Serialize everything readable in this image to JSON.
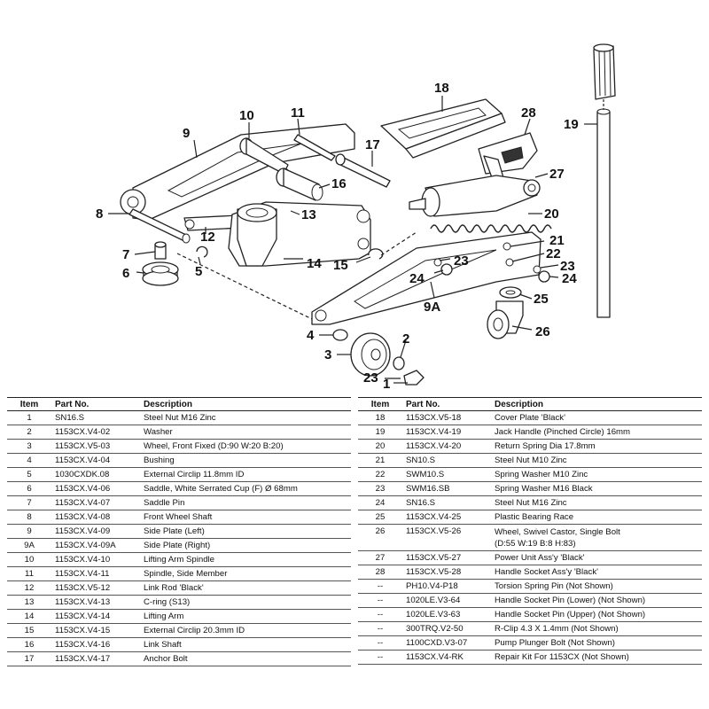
{
  "callouts": [
    {
      "id": "c1",
      "label": "1"
    },
    {
      "id": "c2",
      "label": "2"
    },
    {
      "id": "c3",
      "label": "3"
    },
    {
      "id": "c4",
      "label": "4"
    },
    {
      "id": "c5",
      "label": "5"
    },
    {
      "id": "c6",
      "label": "6"
    },
    {
      "id": "c7",
      "label": "7"
    },
    {
      "id": "c8",
      "label": "8"
    },
    {
      "id": "c9",
      "label": "9"
    },
    {
      "id": "c9a",
      "label": "9A"
    },
    {
      "id": "c10",
      "label": "10"
    },
    {
      "id": "c11",
      "label": "11"
    },
    {
      "id": "c12",
      "label": "12"
    },
    {
      "id": "c13",
      "label": "13"
    },
    {
      "id": "c14",
      "label": "14"
    },
    {
      "id": "c15",
      "label": "15"
    },
    {
      "id": "c16",
      "label": "16"
    },
    {
      "id": "c17",
      "label": "17"
    },
    {
      "id": "c18",
      "label": "18"
    },
    {
      "id": "c19",
      "label": "19"
    },
    {
      "id": "c20",
      "label": "20"
    },
    {
      "id": "c21",
      "label": "21"
    },
    {
      "id": "c22",
      "label": "22"
    },
    {
      "id": "c23a",
      "label": "23"
    },
    {
      "id": "c23b",
      "label": "23"
    },
    {
      "id": "c23c",
      "label": "23"
    },
    {
      "id": "c24a",
      "label": "24"
    },
    {
      "id": "c24b",
      "label": "24"
    },
    {
      "id": "c25",
      "label": "25"
    },
    {
      "id": "c26",
      "label": "26"
    },
    {
      "id": "c27",
      "label": "27"
    },
    {
      "id": "c28",
      "label": "28"
    }
  ],
  "table": {
    "headers": {
      "item": "Item",
      "part_no": "Part No.",
      "description": "Description"
    },
    "left_rows": [
      {
        "item": "1",
        "part_no": "SN16.S",
        "description": "Steel Nut M16 Zinc"
      },
      {
        "item": "2",
        "part_no": "1153CX.V4-02",
        "description": "Washer"
      },
      {
        "item": "3",
        "part_no": "1153CX.V5-03",
        "description": "Wheel, Front Fixed (D:90 W:20 B:20)"
      },
      {
        "item": "4",
        "part_no": "1153CX.V4-04",
        "description": "Bushing"
      },
      {
        "item": "5",
        "part_no": "1030CXDK.08",
        "description": "External Circlip 11.8mm ID"
      },
      {
        "item": "6",
        "part_no": "1153CX.V4-06",
        "description": "Saddle, White Serrated Cup (F) Ø 68mm"
      },
      {
        "item": "7",
        "part_no": "1153CX.V4-07",
        "description": "Saddle Pin"
      },
      {
        "item": "8",
        "part_no": "1153CX.V4-08",
        "description": "Front Wheel Shaft"
      },
      {
        "item": "9",
        "part_no": "1153CX.V4-09",
        "description": "Side Plate (Left)"
      },
      {
        "item": "9A",
        "part_no": "1153CX.V4-09A",
        "description": "Side Plate (Right)"
      },
      {
        "item": "10",
        "part_no": "1153CX.V4-10",
        "description": "Lifting Arm Spindle"
      },
      {
        "item": "11",
        "part_no": "1153CX.V4-11",
        "description": "Spindle, Side Member"
      },
      {
        "item": "12",
        "part_no": "1153CX.V5-12",
        "description": "Link Rod 'Black'"
      },
      {
        "item": "13",
        "part_no": "1153CX.V4-13",
        "description": "C-ring (S13)"
      },
      {
        "item": "14",
        "part_no": "1153CX.V4-14",
        "description": "Lifting Arm"
      },
      {
        "item": "15",
        "part_no": "1153CX.V4-15",
        "description": "External Circlip 20.3mm ID"
      },
      {
        "item": "16",
        "part_no": "1153CX.V4-16",
        "description": "Link Shaft"
      },
      {
        "item": "17",
        "part_no": "1153CX.V4-17",
        "description": "Anchor Bolt"
      }
    ],
    "right_rows": [
      {
        "item": "18",
        "part_no": "1153CX.V5-18",
        "description": "Cover Plate 'Black'"
      },
      {
        "item": "19",
        "part_no": "1153CX.V4-19",
        "description": "Jack Handle (Pinched Circle) 16mm"
      },
      {
        "item": "20",
        "part_no": "1153CX.V4-20",
        "description": "Return Spring Dia 17.8mm"
      },
      {
        "item": "21",
        "part_no": "SN10.S",
        "description": "Steel Nut M10 Zinc"
      },
      {
        "item": "22",
        "part_no": "SWM10.S",
        "description": "Spring Washer M10 Zinc"
      },
      {
        "item": "23",
        "part_no": "SWM16.SB",
        "description": "Spring Washer M16 Black"
      },
      {
        "item": "24",
        "part_no": "SN16.S",
        "description": "Steel Nut M16 Zinc"
      },
      {
        "item": "25",
        "part_no": "1153CX.V4-25",
        "description": "Plastic Bearing Race"
      },
      {
        "item": "26",
        "part_no": "1153CX.V5-26",
        "description": "Wheel, Swivel Castor, Single Bolt",
        "description_line2": "(D:55 W:19 B:8 H:83)"
      },
      {
        "item": "27",
        "part_no": "1153CX.V5-27",
        "description": "Power Unit Ass'y 'Black'"
      },
      {
        "item": "28",
        "part_no": "1153CX.V5-28",
        "description": "Handle Socket Ass'y 'Black'"
      },
      {
        "item": "--",
        "part_no": "PH10.V4-P18",
        "description": "Torsion Spring Pin (Not Shown)"
      },
      {
        "item": "--",
        "part_no": "1020LE.V3-64",
        "description": "Handle Socket Pin (Lower) (Not Shown)"
      },
      {
        "item": "--",
        "part_no": "1020LE.V3-63",
        "description": "Handle Socket Pin (Upper) (Not Shown)"
      },
      {
        "item": "--",
        "part_no": "300TRQ.V2-50",
        "description": "R-Clip 4.3 X 1.4mm (Not Shown)"
      },
      {
        "item": "--",
        "part_no": "1100CXD.V3-07",
        "description": "Pump Plunger Bolt (Not Shown)"
      },
      {
        "item": "--",
        "part_no": "1153CX.V4-RK",
        "description": "Repair Kit For 1153CX  (Not Shown)"
      }
    ]
  }
}
